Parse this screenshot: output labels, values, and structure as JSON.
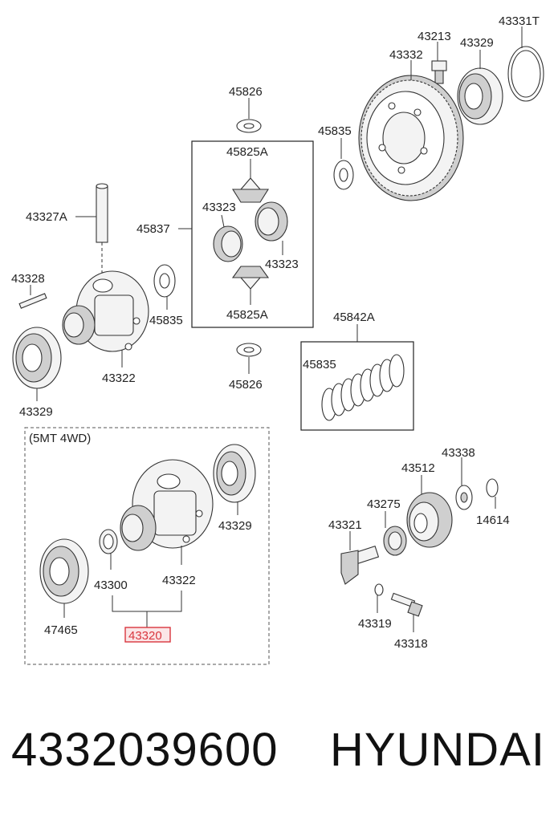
{
  "variant_label": "(5MT 4WD)",
  "labels": {
    "l_43331T": "43331T",
    "l_43213": "43213",
    "l_43329_top": "43329",
    "l_43332": "43332",
    "l_45826_top": "45826",
    "l_45835_top": "45835",
    "l_45825A_top": "45825A",
    "l_43323_a": "43323",
    "l_43327A": "43327A",
    "l_45837": "45837",
    "l_43323_b": "43323",
    "l_43328": "43328",
    "l_45835_mid": "45835",
    "l_45825A_bot": "45825A",
    "l_45842A": "45842A",
    "l_43322_top": "43322",
    "l_45835_stack": "45835",
    "l_45826_bot": "45826",
    "l_43329_left": "43329",
    "l_43338": "43338",
    "l_43512": "43512",
    "l_43329_box": "43329",
    "l_43275": "43275",
    "l_14614": "14614",
    "l_43321": "43321",
    "l_43300": "43300",
    "l_43322_box": "43322",
    "l_47465": "47465",
    "l_43319": "43319",
    "l_43318": "43318"
  },
  "highlight": {
    "part_no": "43320",
    "color": "#d9363e"
  },
  "footer": {
    "part_number": "4332039600",
    "brand": "HYUNDAI"
  }
}
